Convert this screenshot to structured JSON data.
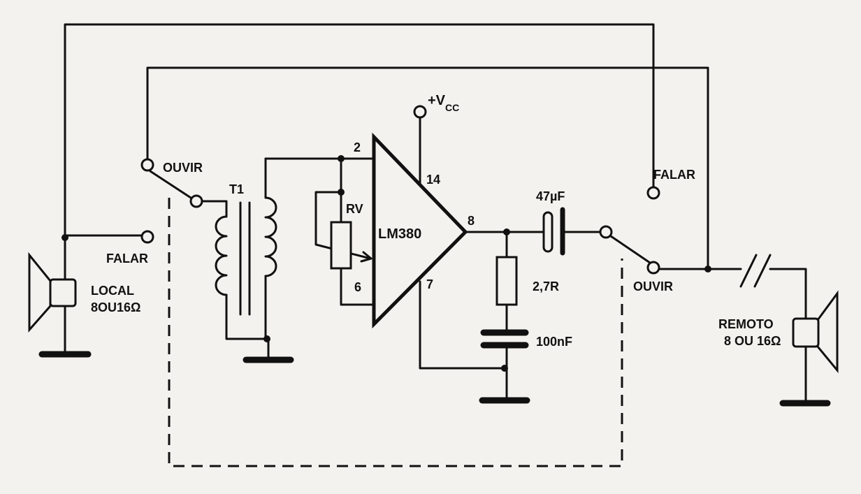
{
  "labels": {
    "ouvir_left": "OUVIR",
    "falar_left": "FALAR",
    "local_line1": "LOCAL",
    "local_line2": "8OU16Ω",
    "t1": "T1",
    "rv": "RV",
    "ic": "LM380",
    "pin2": "2",
    "pin6": "6",
    "pin14": "14",
    "pin7": "7",
    "pin8": "8",
    "vcc_main": "+V",
    "vcc_sub": "CC",
    "cap_out": "47µF",
    "res": "2,7R",
    "cap_filter": "100nF",
    "falar_right": "FALAR",
    "ouvir_right": "OUVIR",
    "remote_line1": "REMOTO",
    "remote_line2": "8 OU 16Ω"
  }
}
